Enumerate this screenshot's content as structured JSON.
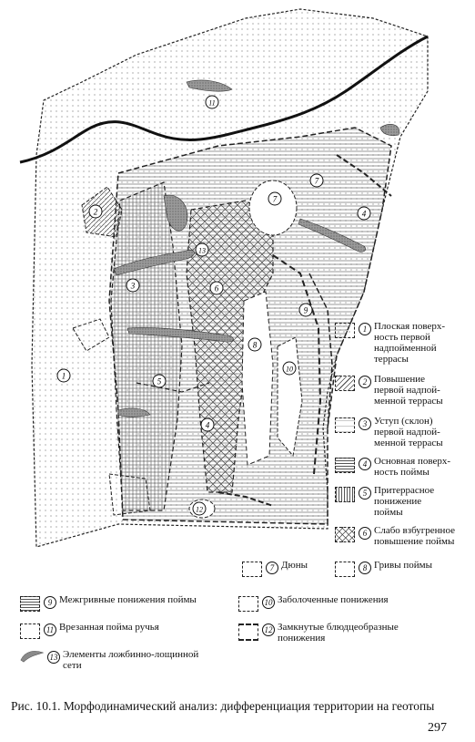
{
  "figure": {
    "caption": "Рис. 10.1. Морфодинамический анализ: дифференциация территории на геотопы",
    "page_number": "297"
  },
  "map_labels": [
    "1",
    "2",
    "3",
    "4",
    "5",
    "6",
    "7",
    "8",
    "9",
    "10",
    "11",
    "12",
    "13",
    "4",
    "7"
  ],
  "legend": [
    {
      "num": "1",
      "text": "Плоская поверх-\nность первой\nнадпойменной\nтеррасы",
      "pattern": "dots"
    },
    {
      "num": "2",
      "text": "Повышение\nпервой надпой-\nменной террасы",
      "pattern": "diag"
    },
    {
      "num": "3",
      "text": "Уступ (склон)\nпервой надпой-\nменной террасы",
      "pattern": "sparse"
    },
    {
      "num": "4",
      "text": "Основная поверх-\nность поймы",
      "pattern": "hlines"
    },
    {
      "num": "5",
      "text": "Притеррасное\nпонижение\nпоймы",
      "pattern": "vlines"
    },
    {
      "num": "6",
      "text": "Слабо взбугренное\nповышение поймы",
      "pattern": "cross"
    },
    {
      "num": "7",
      "text": "Дюны",
      "pattern": "blank"
    },
    {
      "num": "8",
      "text": "Гривы поймы",
      "pattern": "blank"
    },
    {
      "num": "9",
      "text": "Межгривные понижения поймы",
      "pattern": "hlines"
    },
    {
      "num": "10",
      "text": "Заболоченные понижения",
      "pattern": "blank"
    },
    {
      "num": "11",
      "text": "Врезанная пойма ручья",
      "pattern": "blank"
    },
    {
      "num": "12",
      "text": "Замкнутые блюдцеобразные\nпонижения",
      "pattern": "blank"
    },
    {
      "num": "13",
      "text": "Элементы ложбинно-лощинной\nсети",
      "pattern": "gully"
    }
  ]
}
